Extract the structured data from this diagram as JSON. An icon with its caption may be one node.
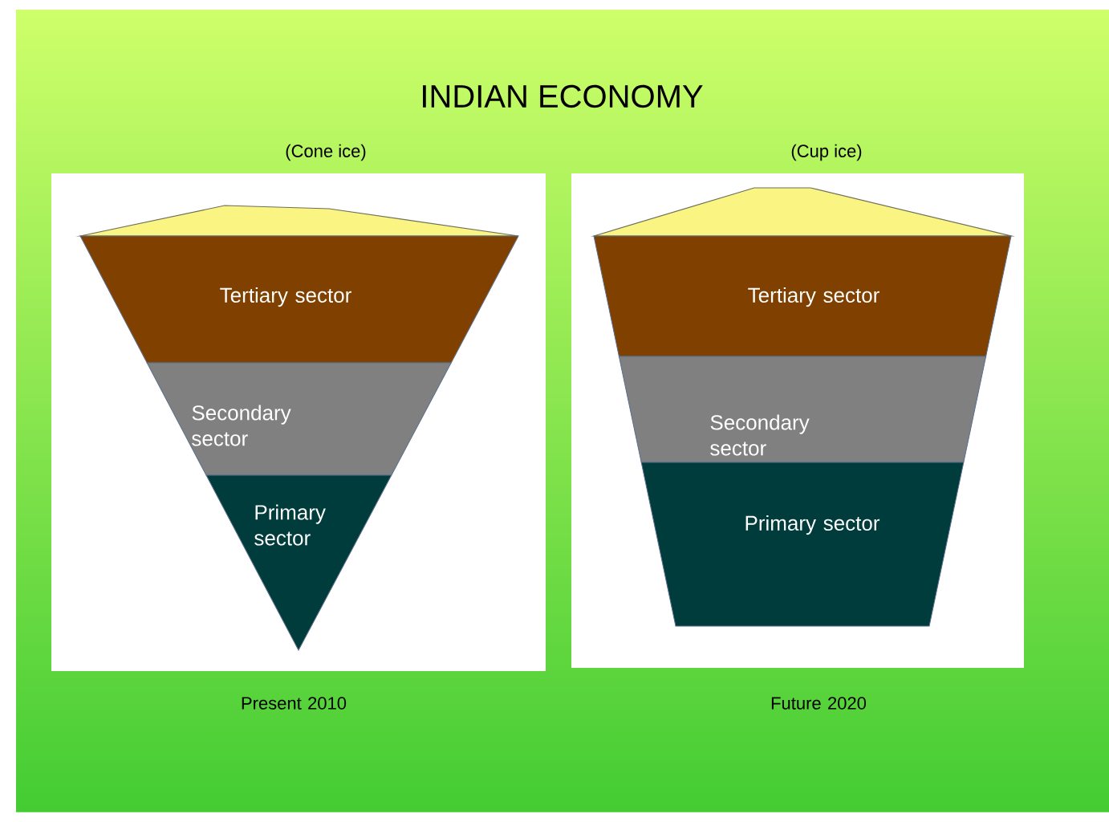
{
  "diagram": {
    "title": "INDIAN  ECONOMY",
    "nodes": [
      {
        "text": [
          "(Cone ice)"
        ],
        "beside": [
          "Present 2010"
        ]
      },
      {
        "text": [
          "Tertiary sector"
        ],
        "in": 0
      },
      {
        "text": [
          "Secondary sector"
        ],
        "in": 0
      },
      {
        "text": [
          "Primary sector"
        ],
        "in": 0
      },
      {
        "text": [
          "(Cup ice)"
        ],
        "beside": [
          "Future 2020"
        ]
      },
      {
        "text": [
          "Tertiary sector"
        ],
        "in": 4
      },
      {
        "text": [
          "Secondary sector"
        ],
        "in": 4
      },
      {
        "text": [
          "Primary sector"
        ],
        "in": 4
      }
    ],
    "edges": []
  }
}
